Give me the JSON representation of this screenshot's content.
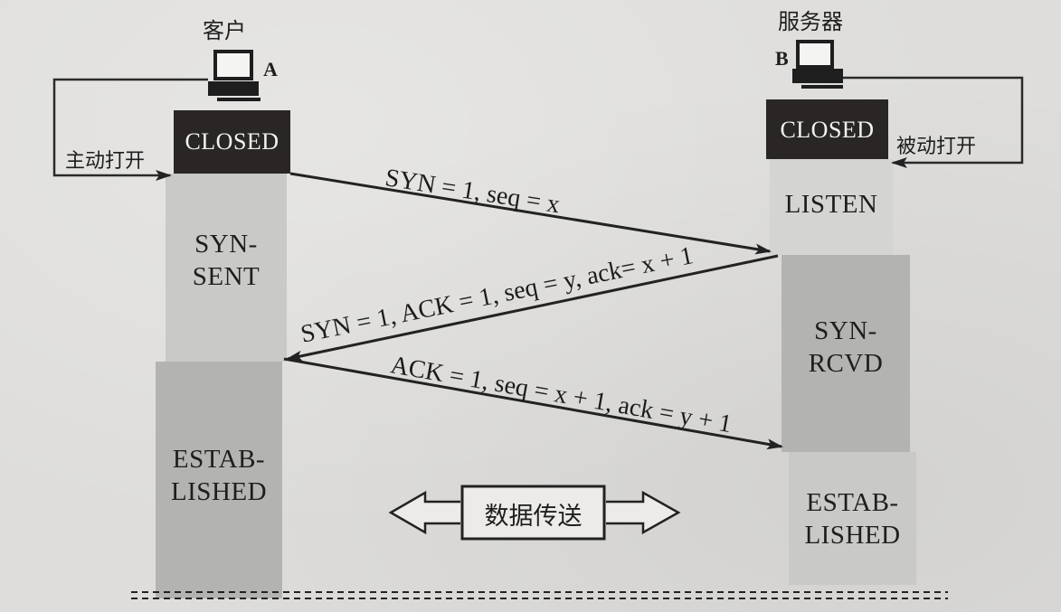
{
  "client": {
    "title": "客户",
    "letter": "A",
    "active_open": "主动打开",
    "states": [
      "CLOSED",
      "SYN-\nSENT",
      "ESTAB-\nLISHED"
    ]
  },
  "server": {
    "title": "服务器",
    "letter": "B",
    "passive_open": "被动打开",
    "states": [
      "CLOSED",
      "LISTEN",
      "SYN-\nRCVD",
      "ESTAB-\nLISHED"
    ]
  },
  "messages": {
    "syn": "SYN = 1, seq = x",
    "syn_ack": "SYN = 1, ACK = 1, seq = y, ack= x + 1",
    "ack": "ACK = 1, seq = x + 1, ack = y + 1"
  },
  "data_transfer": "数据传送"
}
